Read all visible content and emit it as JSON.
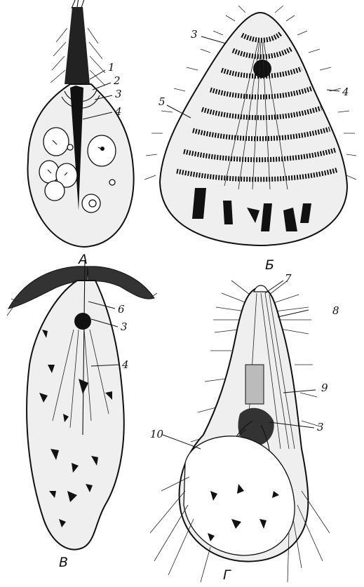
{
  "figure": {
    "panels": [
      {
        "letter": "А",
        "numbers": [
          "1",
          "2",
          "3",
          "4"
        ]
      },
      {
        "letter": "Б",
        "numbers": [
          "3",
          "4",
          "5"
        ]
      },
      {
        "letter": "В",
        "numbers": [
          "6",
          "3",
          "4"
        ]
      },
      {
        "letter": "Г",
        "numbers": [
          "7",
          "8",
          "9",
          "3",
          "10"
        ]
      }
    ]
  }
}
